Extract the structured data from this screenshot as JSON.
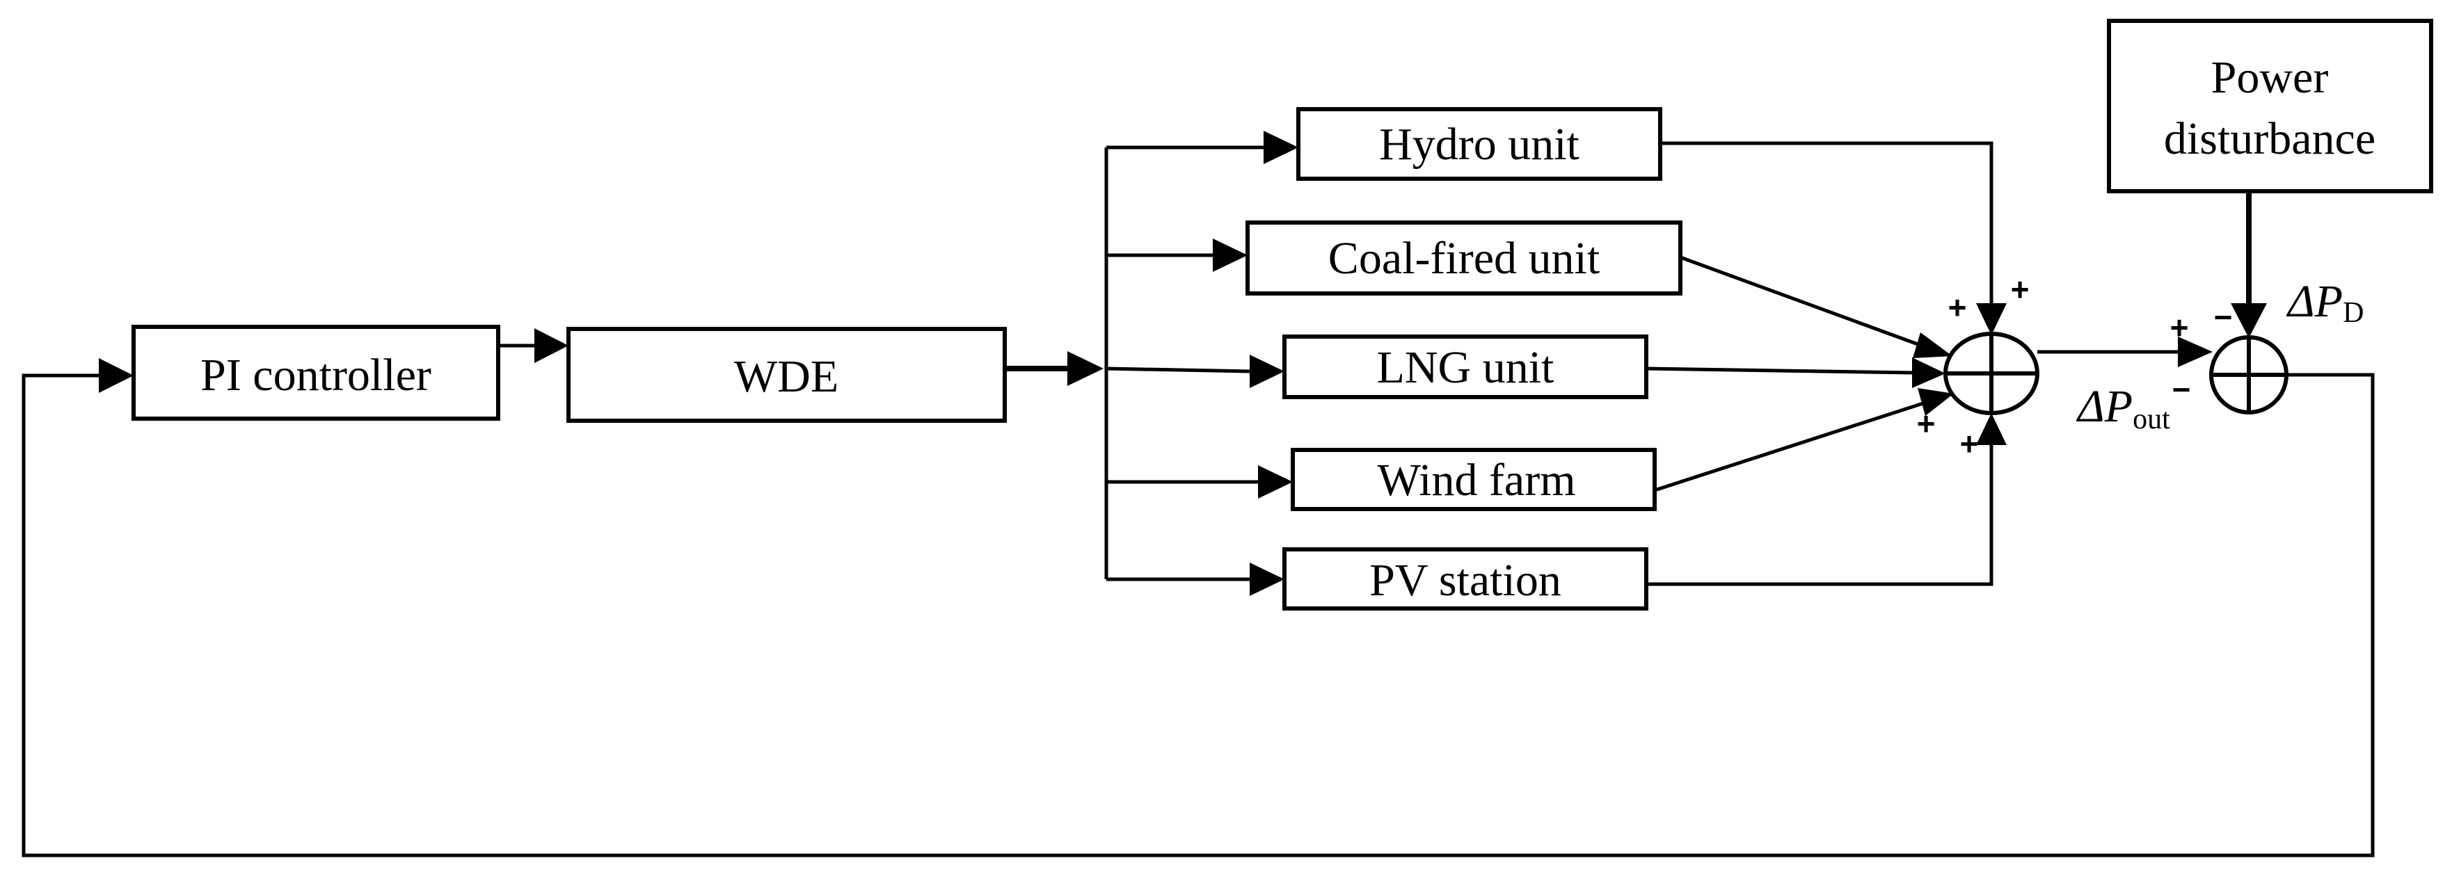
{
  "blocks": {
    "pi_controller": "PI controller",
    "wde": "WDE",
    "hydro": "Hydro unit",
    "coal": "Coal-fired unit",
    "lng": "LNG unit",
    "wind": "Wind farm",
    "pv": "PV station",
    "disturbance_line1": "Power",
    "disturbance_line2": "disturbance"
  },
  "signals": {
    "delta_p_out_symbol": "ΔP",
    "delta_p_out_subscript": "out",
    "delta_p_d_symbol": "ΔP",
    "delta_p_d_subscript": "D"
  },
  "signs": {
    "sum1_hydro": "+",
    "sum1_coal": "+",
    "sum1_lng": "+",
    "sum1_wind": "+",
    "sum1_pv": "+",
    "sum2_out": "+",
    "sum2_out_minus": "−",
    "sum2_dist": "−"
  }
}
